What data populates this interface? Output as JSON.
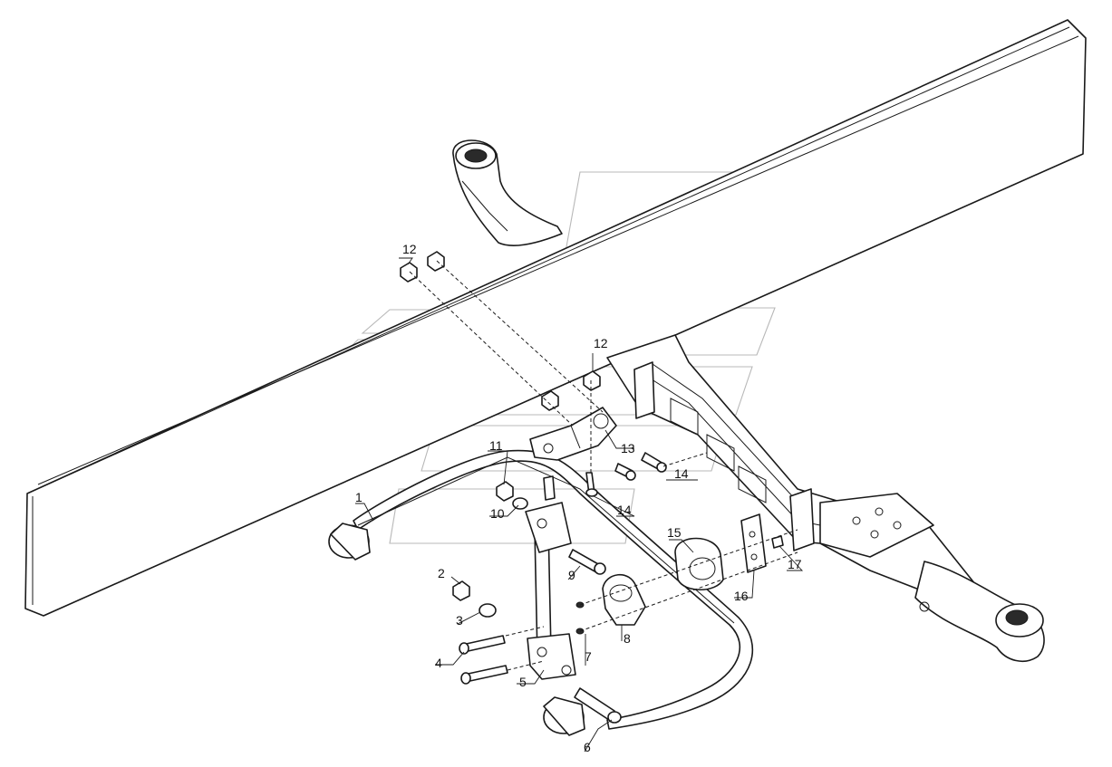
{
  "labels": {
    "l1": "1",
    "l2": "2",
    "l3": "3",
    "l4": "4",
    "l5": "5",
    "l6": "6",
    "l7": "7",
    "l8": "8",
    "l9": "9",
    "l10": "10",
    "l11": "11",
    "l12a": "12",
    "l12b": "12",
    "l13": "13",
    "l14a": "14",
    "l14b": "14",
    "l15": "15",
    "l16": "16",
    "l17": "17"
  }
}
